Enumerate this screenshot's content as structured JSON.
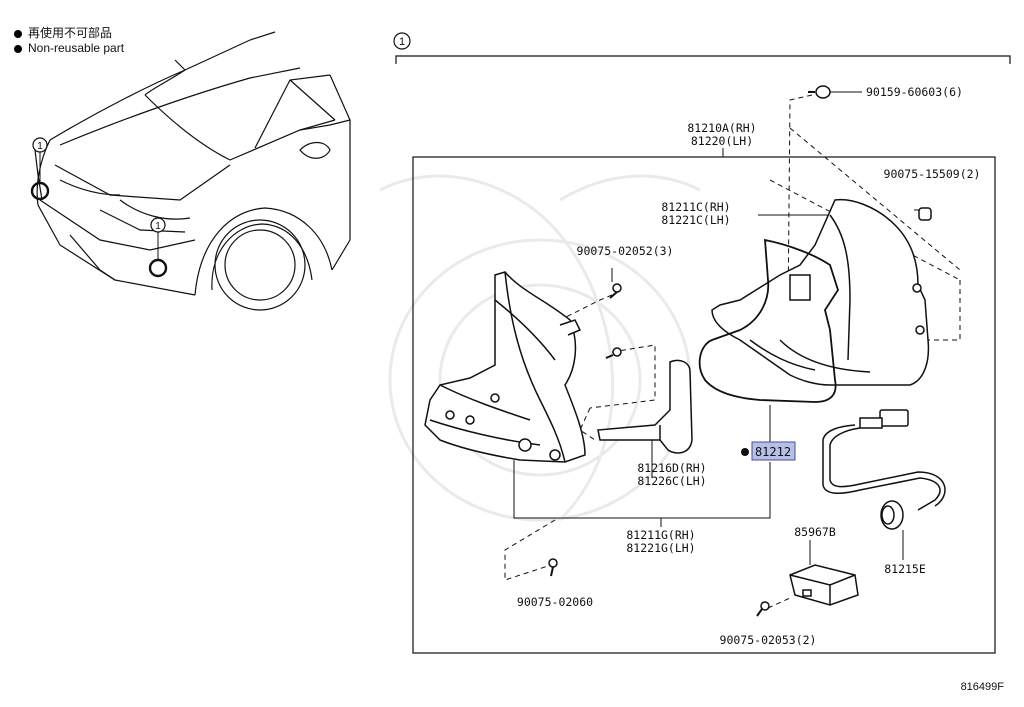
{
  "legend": {
    "jp": "再使用不可部品",
    "en": "Non-reusable part"
  },
  "section_marker": "1",
  "car_markers": [
    "1",
    "1"
  ],
  "parts": {
    "p90159": "90159-60603(6)",
    "p81210a": "81210A(RH)",
    "p81220": "81220(LH)",
    "p90075_15509": "90075-15509(2)",
    "p81211c": "81211C(RH)",
    "p81221c": "81221C(LH)",
    "p90075_02052": "90075-02052(3)",
    "p81212": "81212",
    "p81216d": "81216D(RH)",
    "p81226c": "81226C(LH)",
    "p81211g": "81211G(RH)",
    "p81221g": "81221G(LH)",
    "p85967b": "85967B",
    "p81215e": "81215E",
    "p90075_02060": "90075-02060",
    "p90075_02053": "90075-02053(2)"
  },
  "figure_id": "816499F",
  "colors": {
    "highlight": "#b8bfe6",
    "ink": "#111111"
  }
}
